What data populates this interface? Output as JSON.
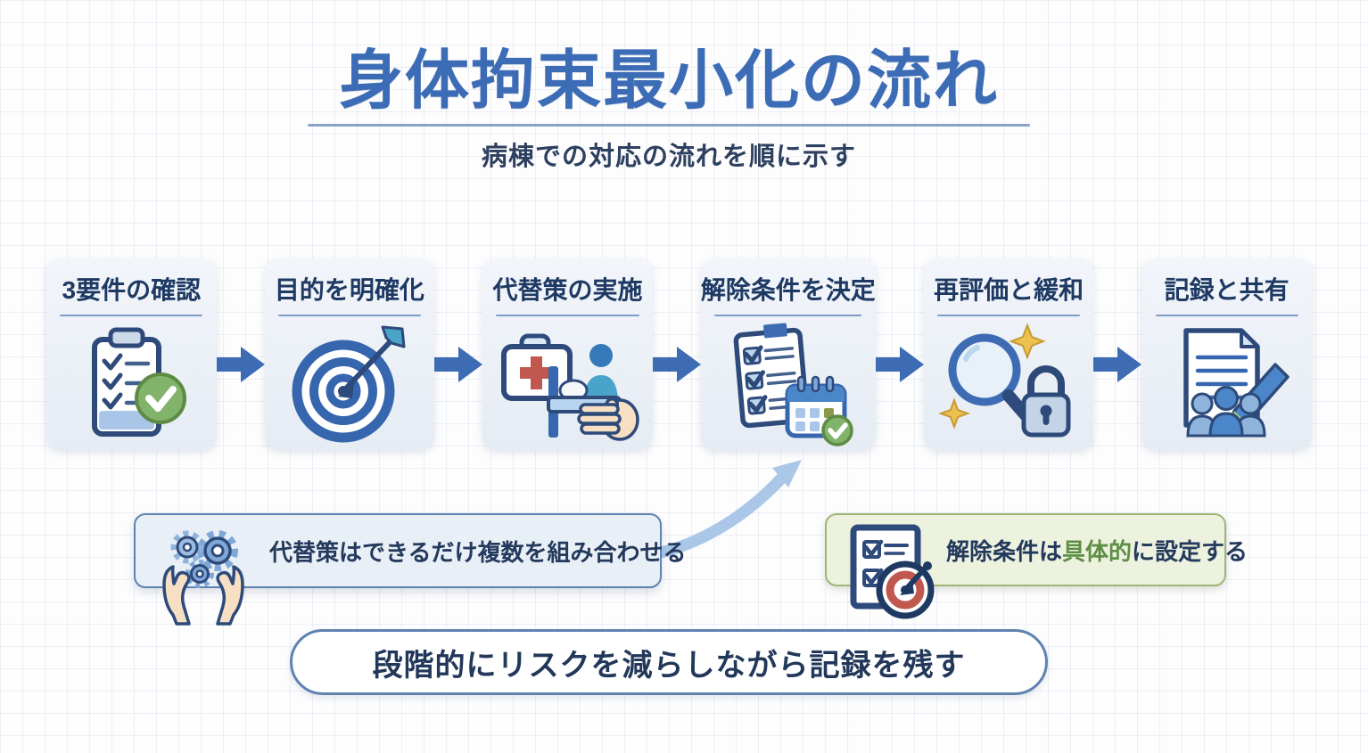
{
  "header": {
    "title": "身体拘束最小化の流れ",
    "subtitle": "病棟での対応の流れを順に示す"
  },
  "steps": [
    {
      "label": "3要件の確認",
      "icon": "clipboard-checklist-icon"
    },
    {
      "label": "目的を明確化",
      "icon": "target-dart-icon"
    },
    {
      "label": "代替策の実施",
      "icon": "bed-care-icon"
    },
    {
      "label": "解除条件を決定",
      "icon": "checklist-calendar-icon"
    },
    {
      "label": "再評価と緩和",
      "icon": "magnifier-lock-icon"
    },
    {
      "label": "記録と共有",
      "icon": "document-pen-people-icon"
    }
  ],
  "notes": {
    "alternatives": {
      "text": "代替策はできるだけ複数を組み合わせる",
      "icon": "hands-gears-icon"
    },
    "release_condition": {
      "prefix": "解除条件は",
      "highlight": "具体的",
      "suffix": "に設定する",
      "icon": "checklist-target-icon"
    }
  },
  "footer": {
    "text": "段階的にリスクを減らしながら記録を残す"
  },
  "colors": {
    "title_blue": "#3b6cb5",
    "label_navy": "#1e3a63",
    "flow_arrow_blue": "#3e6cb4",
    "curved_arrow_blue": "#aac7e8",
    "note_blue_bg": "#e9eff7",
    "note_blue_border": "#5f82b0",
    "note_green_bg": "#edf2df",
    "note_green_border": "#9fb574",
    "highlight_green": "#5e8e46",
    "check_green": "#82b36a",
    "cross_red": "#c0584f",
    "sparkle_gold": "#ecc14f"
  }
}
